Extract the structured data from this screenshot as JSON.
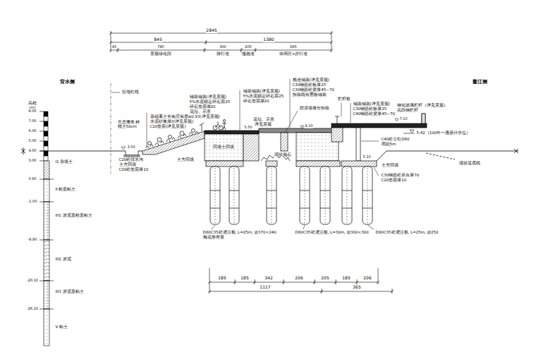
{
  "diagram": {
    "labels": [
      "2845",
      "845",
      "1380",
      "45",
      "780",
      "300",
      "205",
      "665",
      "景观绿化段",
      "骑行道",
      "慢跑道",
      "休闲区+步行道",
      "背水侧",
      "鳌江侧",
      "高程",
      "(m)",
      "8.00",
      "7.00",
      "6.00",
      "5.00",
      "4.00",
      "3.00",
      "I1 杂填土",
      "0.60",
      "II 粉质粘土",
      "-1.00",
      "III1 淤泥质粉质粘土",
      "-8.80",
      "III2 淤泥",
      "-20.10",
      "III3 淤泥质粘土",
      "-26.10",
      "V 粘土",
      "征地红线",
      "铺装铺装(详见景观)",
      "5%水泥稳定碎石层25",
      "碎石垫层厚20",
      "花坛、示意",
      "基础素土夯实压实度≥0.93(详见景观)",
      "水泥砂浆厚3(详见景观)",
      "C20垫层(详见景观)",
      "生态鹰隼 种植土50cm",
      "3.50",
      "C20砼排水沟",
      "土方回填",
      "C20砼垫层厚10",
      "土方回填",
      "回填土回填",
      "铺装铺装(详见景观)",
      "5%水泥稳定碎石层25",
      "碎石垫层厚20",
      "花坛、示意",
      "详见景观",
      "5.50",
      "6.10",
      "栈道铺装(详见景观)",
      "C30钢筋砼板厚25",
      "C30钢筋砼梁厚45~70",
      "拆除既有面板铺装",
      "防浪墙体分拆除",
      "栏杆桩",
      "铺装铺装(详见景观)",
      "C30钢筋砼板厚25",
      "C40钢筋砼梁厚45~70",
      "钢化玻璃栏杆（详见景观）",
      "高段钢栏杆",
      "7.10",
      "5.42（100年一遇设计水位）",
      "C40砼立柱D60",
      "间距5m",
      "5.10",
      "土方回填",
      "C30钢筋砼承台厚70",
      "C20垫层厚10",
      "现状堤底线",
      "现状抛石",
      "D80C35砼灌注桩, L=25m, @370×240",
      "梅花形布置",
      "D80C35砼灌注桩, L=30m, @300×300",
      "D80C35砼灌注桩, L=25m, @250",
      "185",
      "185",
      "342",
      "206",
      "205",
      "185",
      "206",
      "1117",
      "365"
    ]
  }
}
